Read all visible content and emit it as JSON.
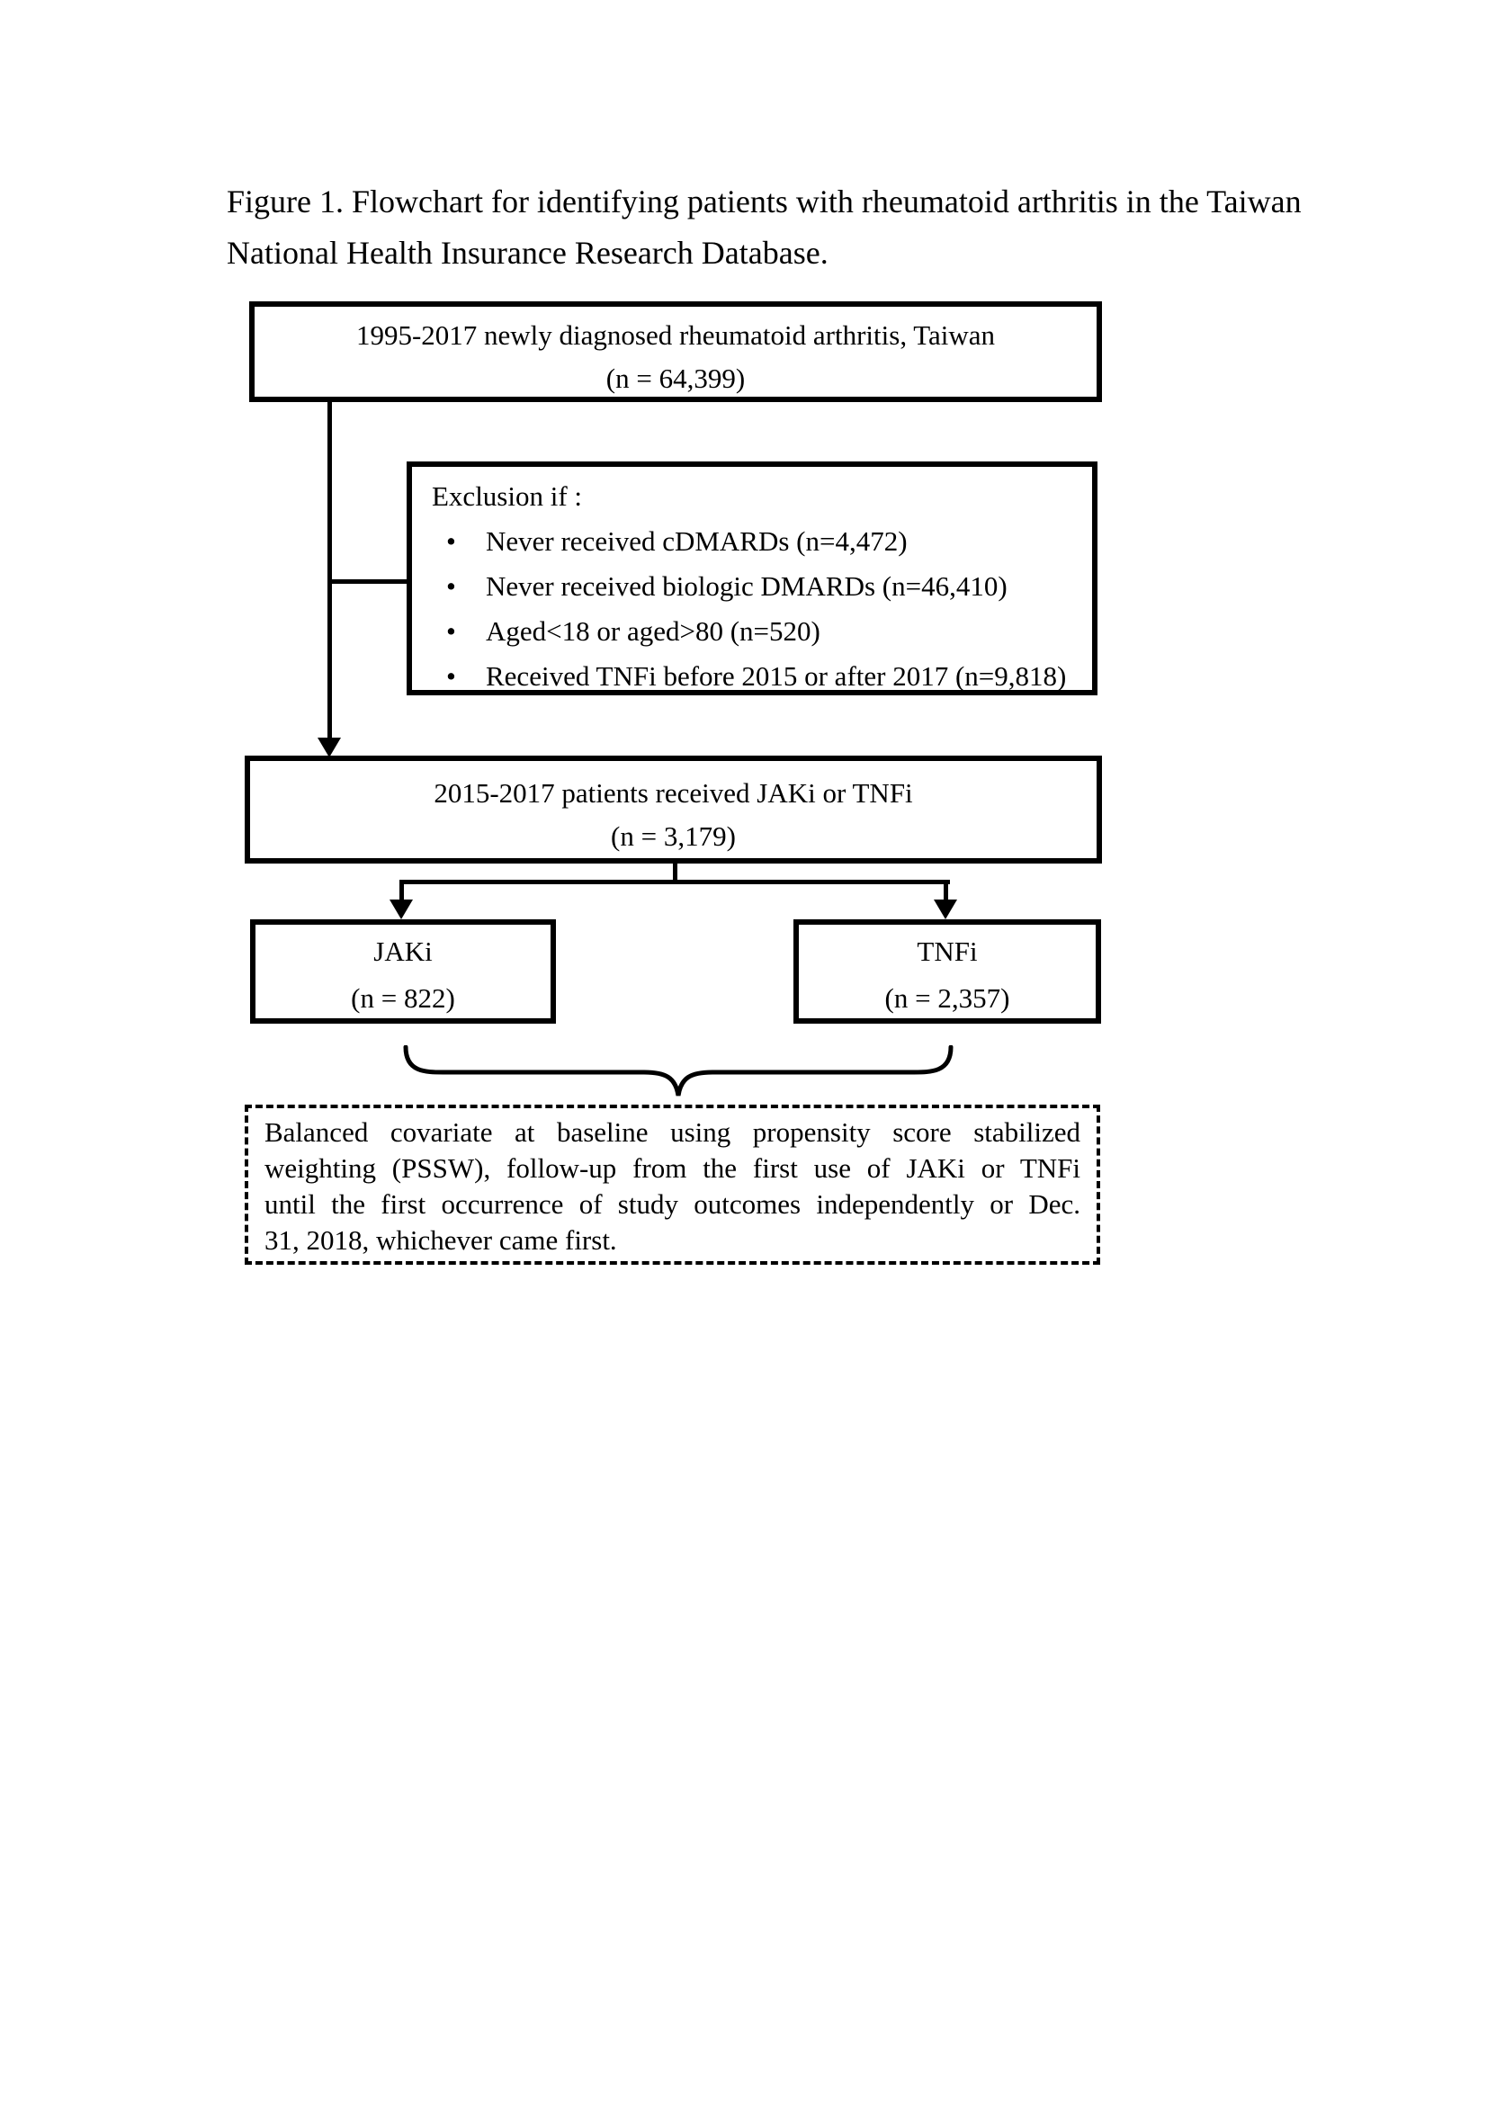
{
  "title": {
    "line1": "Figure 1. Flowchart for identifying patients with rheumatoid arthritis in the Taiwan",
    "line2": "National Health Insurance Research Database."
  },
  "flowchart": {
    "cohort_box": {
      "line1": "1995-2017 newly diagnosed rheumatoid arthritis, Taiwan",
      "line2": "(n = 64,399)"
    },
    "exclusion_box": {
      "heading": "Exclusion if :",
      "bullet_glyph": "•",
      "bullets": [
        "Never received cDMARDs (n=4,472)",
        "Never received biologic DMARDs (n=46,410)",
        "Aged<18 or aged>80 (n=520)",
        "Received TNFi before 2015 or after 2017 (n=9,818)"
      ]
    },
    "selected_box": {
      "line1": "2015-2017 patients received JAKi or TNFi",
      "line2": "(n = 3,179)"
    },
    "jaki_box": {
      "line1": "JAKi",
      "line2": "(n = 822)"
    },
    "tnfi_box": {
      "line1": "TNFi",
      "line2": "(n = 2,357)"
    },
    "note_box": {
      "lines": [
        "Balanced covariate at baseline using propensity score stabilized",
        "weighting (PSSW), follow-up from the first use of JAKi or TNFi",
        "until the first occurrence of study outcomes independently or Dec.",
        "31, 2018, whichever came first."
      ]
    }
  },
  "colors": {
    "ink": "#000000",
    "background": "#ffffff"
  }
}
